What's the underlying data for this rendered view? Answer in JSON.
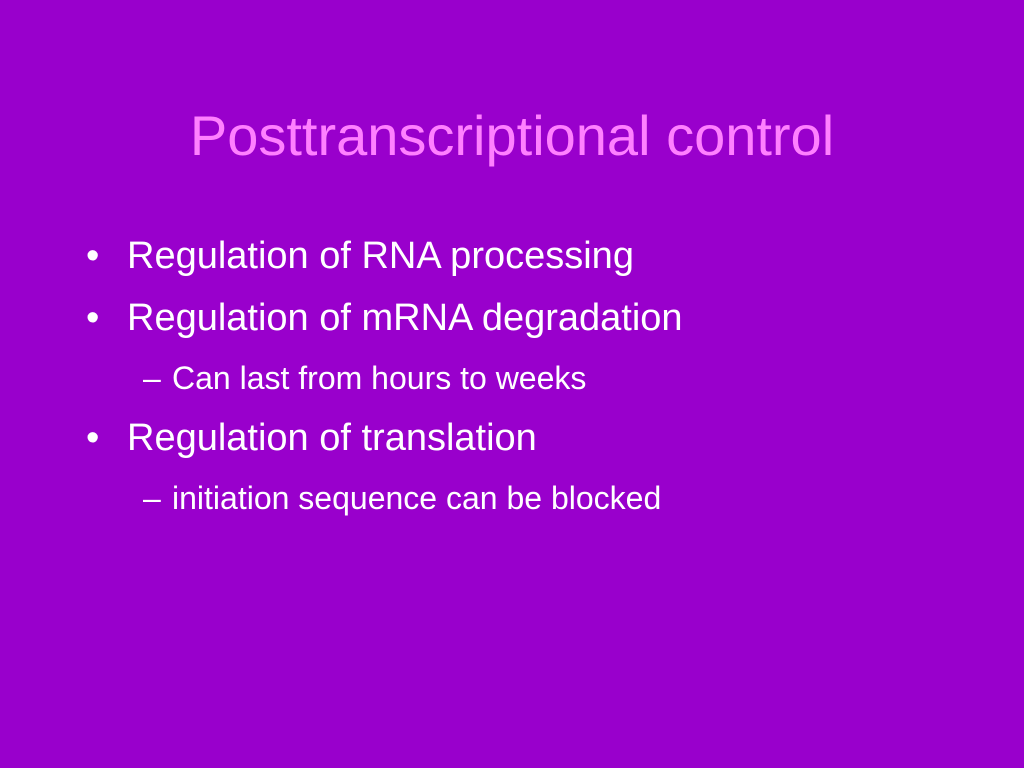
{
  "slide": {
    "title": "Posttranscriptional control",
    "bullet_symbol": "•",
    "dash_symbol": "–",
    "items": [
      {
        "level": 1,
        "text": "Regulation of RNA processing"
      },
      {
        "level": 1,
        "text": "Regulation of mRNA degradation"
      },
      {
        "level": 2,
        "text": "Can last from hours to weeks"
      },
      {
        "level": 1,
        "text": "Regulation of translation"
      },
      {
        "level": 2,
        "text": "initiation sequence can be blocked"
      }
    ]
  },
  "colors": {
    "background": "#9900cc",
    "title": "#ff80ff",
    "body_text": "#ffffff"
  }
}
